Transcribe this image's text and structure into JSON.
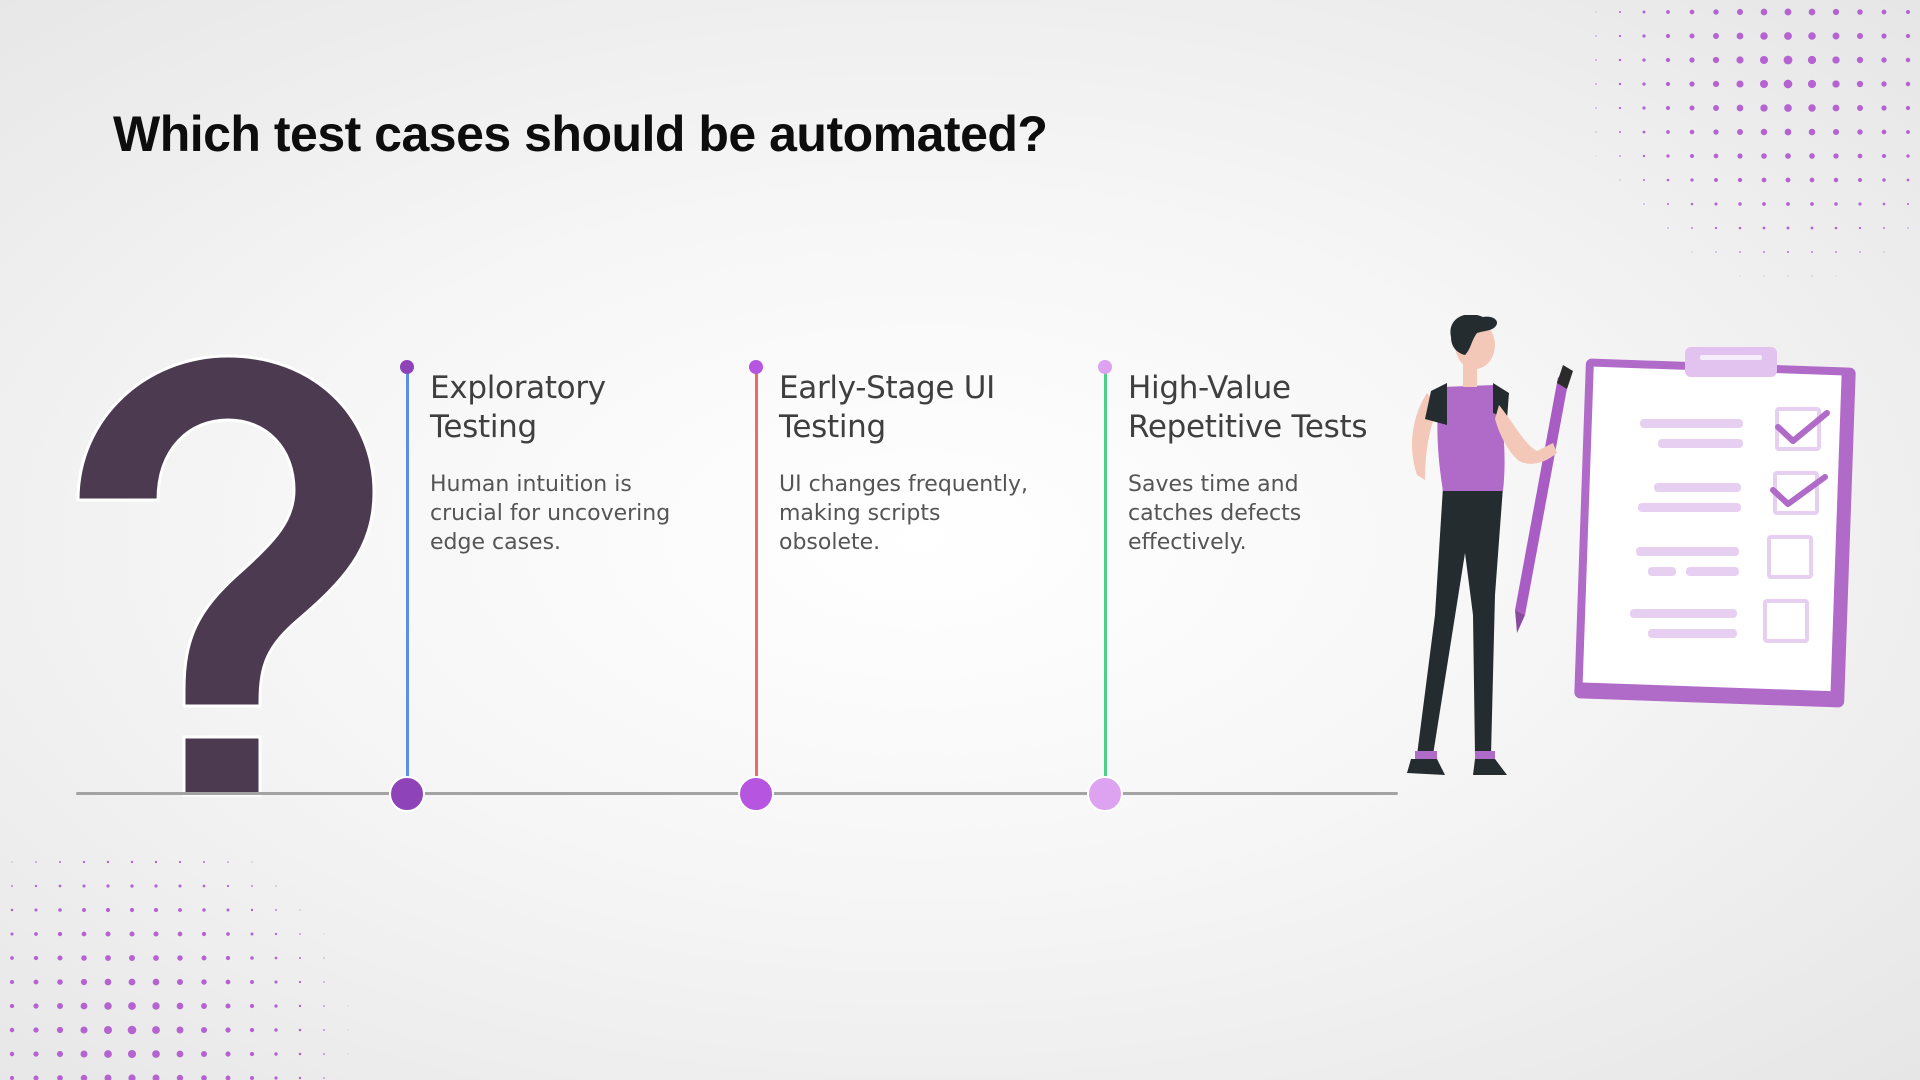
{
  "title": "Which test cases should be automated?",
  "colors": {
    "question_mark": "#4b3a50",
    "baseline": "#a3a3a3",
    "accent_purple": "#b06ac8",
    "dots": "#b463d1"
  },
  "items": [
    {
      "title_line1": "Exploratory",
      "title_line2": "Testing",
      "desc_line1": "Human intuition is",
      "desc_line2": "crucial for uncovering",
      "desc_line3": "edge cases.",
      "stem_color": "#5b8fe6",
      "marker_color": "#8e44b8"
    },
    {
      "title_line1": "Early-Stage UI",
      "title_line2": "Testing",
      "desc_line1": "UI changes frequently,",
      "desc_line2": "making scripts",
      "desc_line3": "obsolete.",
      "stem_color": "#ec6a6a",
      "marker_color": "#b655e0"
    },
    {
      "title_line1": "High-Value",
      "title_line2": "Repetitive Tests",
      "desc_line1": "Saves time and",
      "desc_line2": "catches defects",
      "desc_line3": "effectively.",
      "stem_color": "#4fd08a",
      "marker_color": "#dda2f0"
    }
  ],
  "icons": {
    "question_mark": "question-mark-icon",
    "illustration": "person-with-checklist-clipboard-illustration"
  }
}
